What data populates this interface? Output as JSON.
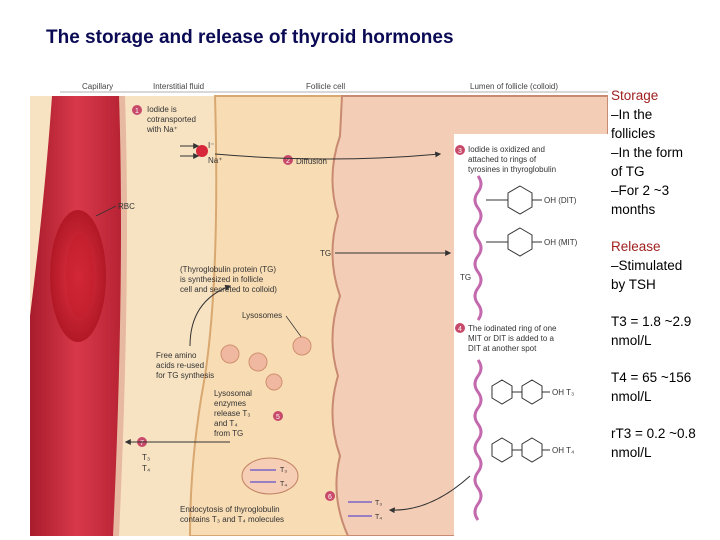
{
  "title": "The storage and release of thyroid hormones",
  "diagram": {
    "regions": [
      "Capillary",
      "Interstitial fluid",
      "Follicle cell",
      "Lumen of follicle (colloid)"
    ],
    "rbc": "RBC",
    "step1": {
      "num": "1",
      "lines": [
        "Iodide is",
        "cotransported",
        "with Na⁺"
      ]
    },
    "ion_i": "I⁻",
    "ion_na": "Na⁺",
    "step2": {
      "num": "2",
      "label": "Diffusion"
    },
    "step3": {
      "num": "3",
      "lines": [
        "Iodide is oxidized and",
        "attached to rings of",
        "tyrosines in thyroglobulin"
      ]
    },
    "dit": "OH  (DIT)",
    "mit": "OH  (MIT)",
    "tg_cell": "TG",
    "tg_lumen": "TG",
    "tg_note": [
      "(Thyroglobulin protein (TG)",
      "is synthesized in follicle",
      "cell and secreted to colloid)"
    ],
    "lysosomes": "Lysosomes",
    "free_amino": [
      "Free amino",
      "acids re-used",
      "for TG synthesis"
    ],
    "step4": {
      "num": "4",
      "lines": [
        "The iodinated ring of one",
        "MIT or DIT is added to a",
        "DIT at another spot"
      ]
    },
    "t3_label": "OH  T₃",
    "t4_label": "OH  T₄",
    "lysosomal": [
      "Lysosomal",
      "enzymes",
      "release T₃",
      "and T₄",
      "from TG"
    ],
    "step5": {
      "num": "5"
    },
    "step6": {
      "num": "6",
      "lines": [
        "Endocytosis of thyroglobulin",
        "contains T₃ and T₄ molecules"
      ]
    },
    "step7": {
      "num": "7",
      "lines": [
        "T₃",
        "T₄"
      ]
    },
    "vesicle_t3": "T₃",
    "vesicle_t4": "T₄",
    "colloid_t3": "T₃",
    "colloid_t4": "T₄"
  },
  "side": {
    "storage_head": "Storage",
    "storage_lines": [
      "–In the",
      "follicles",
      "–In the form",
      "of TG",
      "–For 2 ~3",
      "months"
    ],
    "release_head": "Release",
    "release_lines": [
      "–Stimulated",
      "by TSH"
    ],
    "t3_lines": [
      "T3 = 1.8 ~2.9",
      "nmol/L"
    ],
    "t4_lines": [
      "T4 = 65 ~156",
      "nmol/L"
    ],
    "rt3_lines": [
      "rT3 = 0.2 ~0.8",
      "nmol/L"
    ]
  },
  "colors": {
    "title": "#0a0a55",
    "head": "#a02020",
    "capillary": "#c0283a",
    "rbc": "#d22030",
    "cell": "#f6ddb8",
    "colloid": "#f2cbb4",
    "step_circle": "#c84a6a"
  }
}
